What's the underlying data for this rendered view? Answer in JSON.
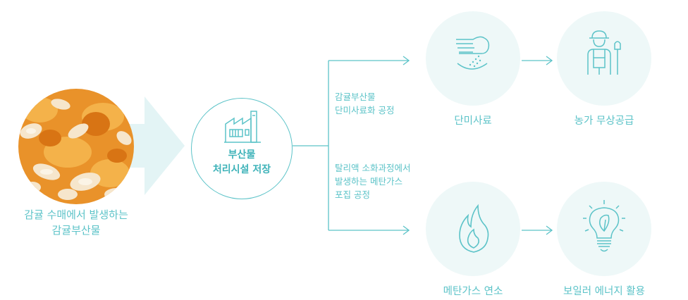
{
  "source": {
    "line1": "감귤 수매에서 발생하는",
    "line2": "감귤부산물"
  },
  "storage": {
    "line1": "부산물",
    "line2": "처리시설 저장"
  },
  "upper_process": {
    "line1": "감귤부산물",
    "line2": "단미사료화 공정"
  },
  "lower_process": {
    "line1": "탈리액 소화과정에서",
    "line2": "발생하는 메탄가스",
    "line3": "포집 공정"
  },
  "nodes": {
    "feed": "단미사료",
    "farm_supply": "농가 무상공급",
    "methane": "메탄가스 연소",
    "boiler": "보일러 에너지 활용"
  },
  "icons": {
    "storage": "factory-icon",
    "feed": "hand-pouring-feed-icon",
    "farm_supply": "farmer-icon",
    "methane": "flame-icon",
    "boiler": "lightbulb-leaf-icon"
  },
  "colors": {
    "accent": "#5cc3c8",
    "node_fill": "#eef8f8",
    "big_arrow": "#e3f4f5"
  }
}
